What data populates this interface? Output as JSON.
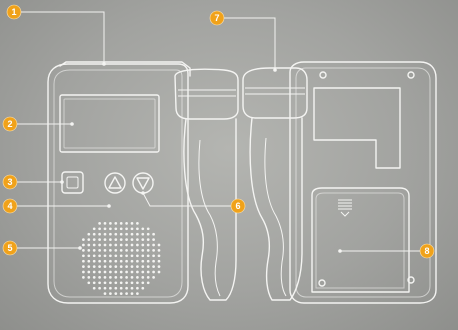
{
  "callouts": [
    {
      "id": "c1",
      "label": "1"
    },
    {
      "id": "c2",
      "label": "2"
    },
    {
      "id": "c3",
      "label": "3"
    },
    {
      "id": "c4",
      "label": "4"
    },
    {
      "id": "c5",
      "label": "5"
    },
    {
      "id": "c6",
      "label": "6"
    },
    {
      "id": "c7",
      "label": "7"
    },
    {
      "id": "c8",
      "label": "8"
    }
  ],
  "colors": {
    "background": "#a2a3a0",
    "outline": "#f4f4f2",
    "badge": "#f0a21a"
  }
}
